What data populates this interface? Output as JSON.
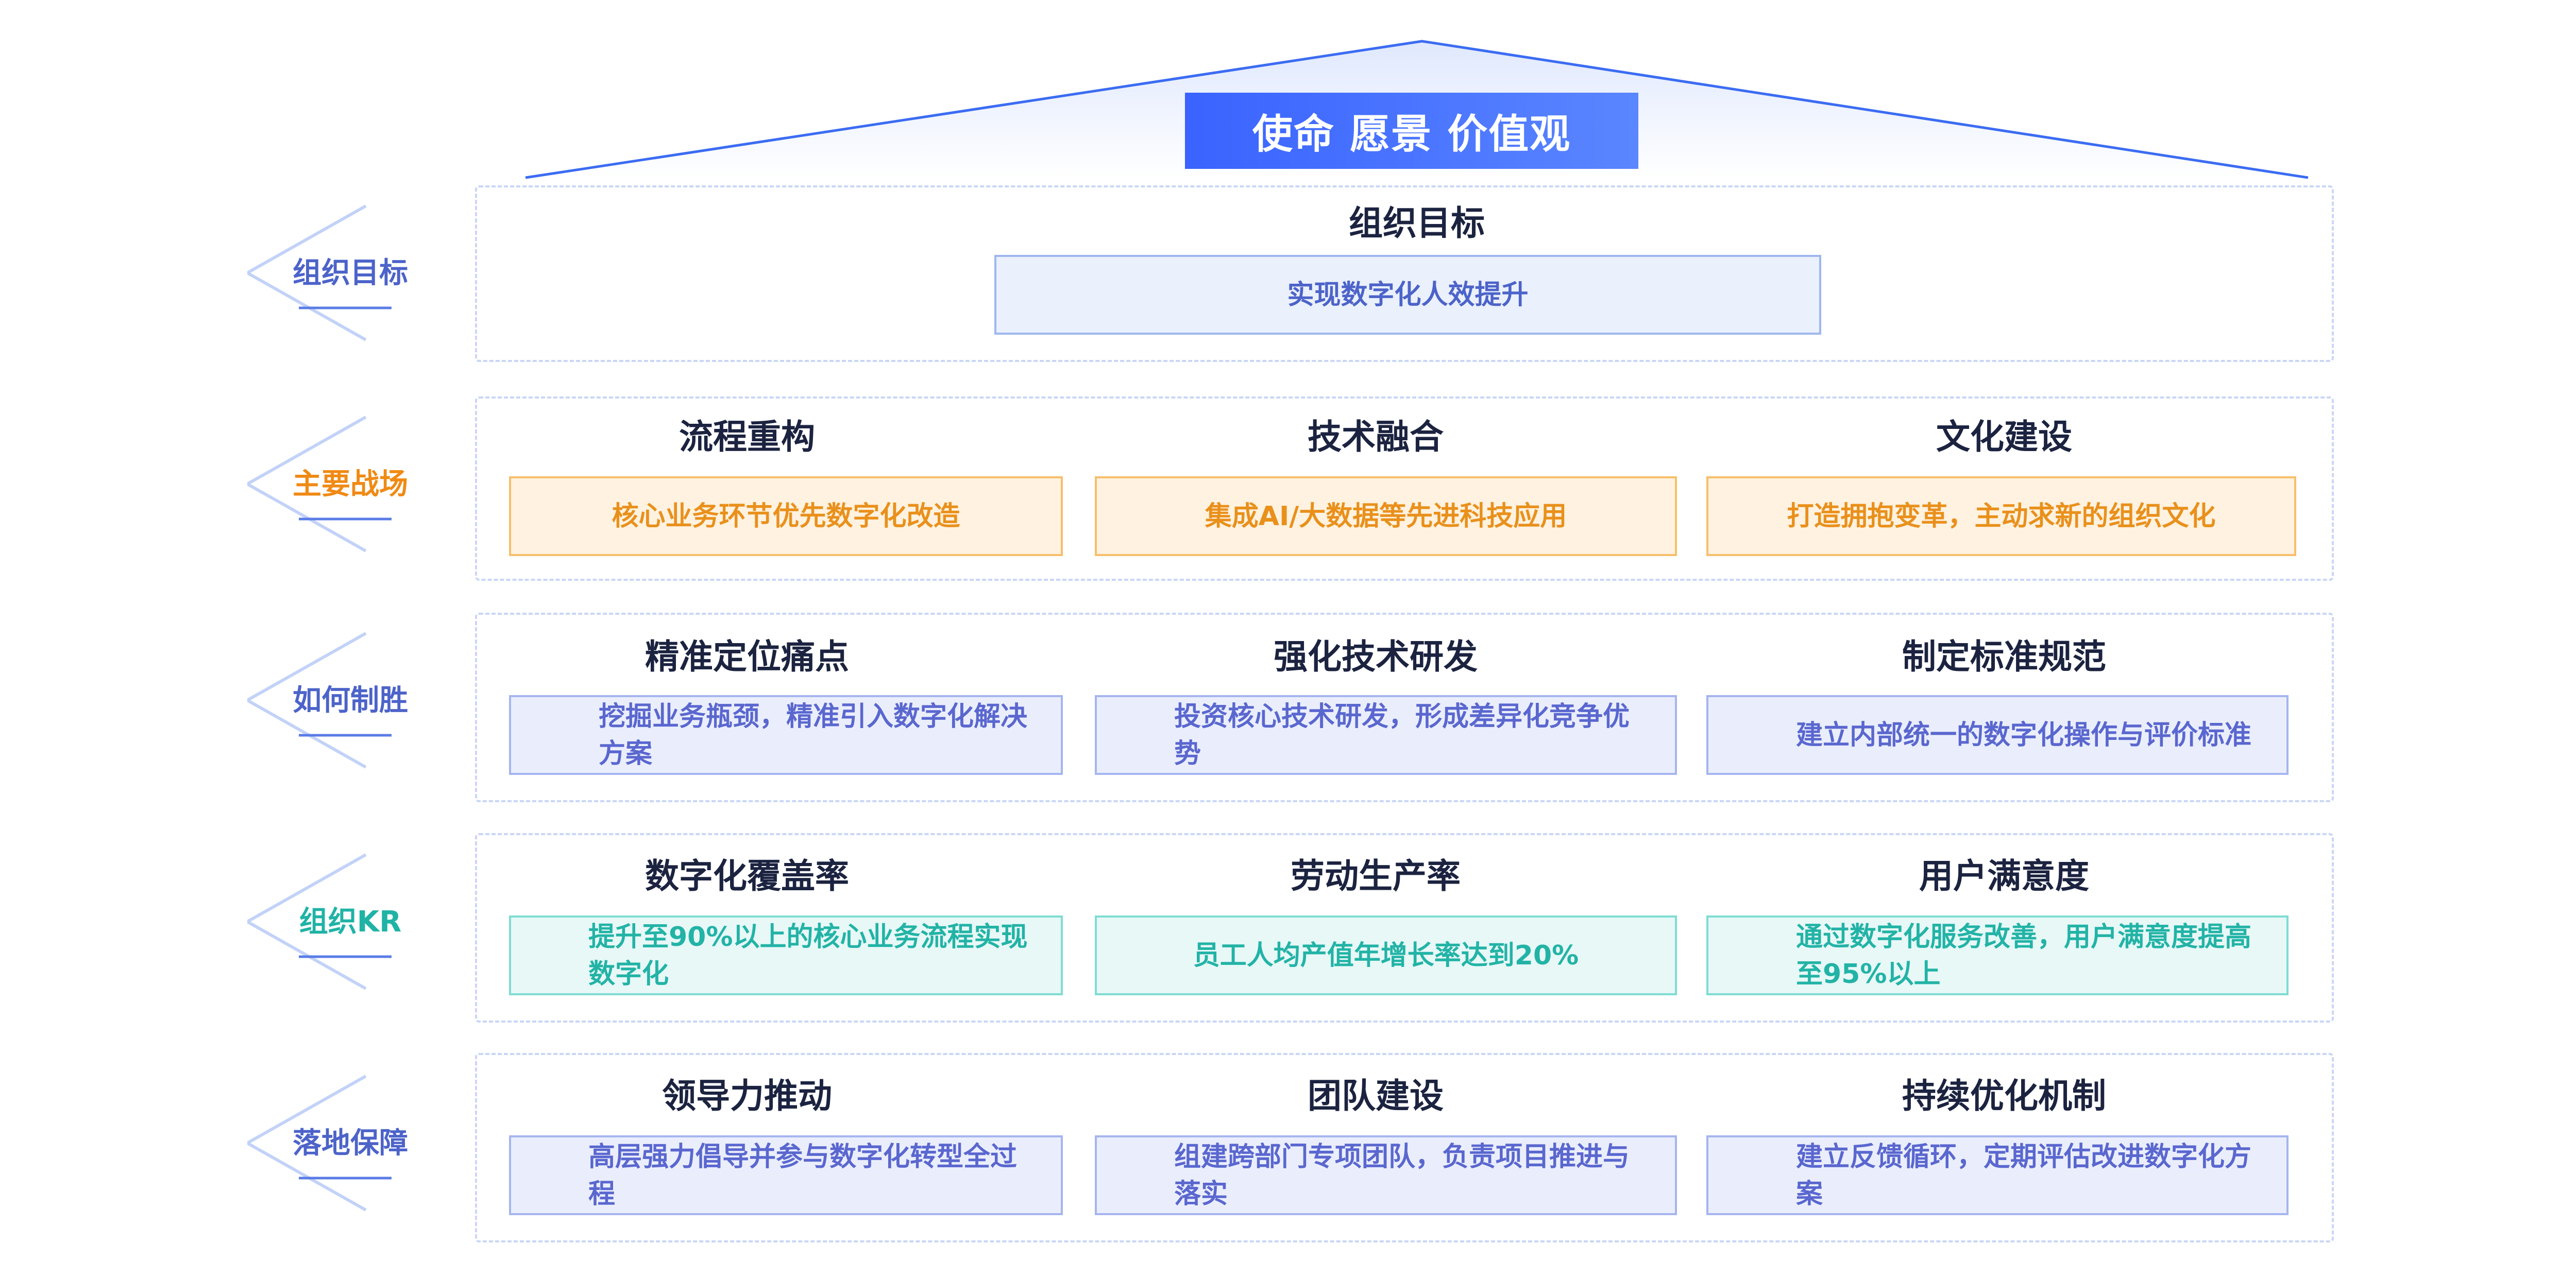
{
  "colors": {
    "primary_blue": "#3a63ff",
    "heading_dark": "#1b2340",
    "label_blue": "#4c63c9",
    "label_orange": "#f08a14",
    "label_teal": "#1fb3a6"
  },
  "top": {
    "banner": "使命  愿景  价值观"
  },
  "rows": [
    {
      "side_label": "组织目标",
      "items": [
        {
          "title": "组织目标",
          "text": "实现数字化人效提升"
        }
      ]
    },
    {
      "side_label": "主要战场",
      "items": [
        {
          "title": "流程重构",
          "text": "核心业务环节优先数字化改造"
        },
        {
          "title": "技术融合",
          "text": "集成AI/大数据等先进科技应用"
        },
        {
          "title": "文化建设",
          "text": "打造拥抱变革，主动求新的组织文化"
        }
      ]
    },
    {
      "side_label": "如何制胜",
      "items": [
        {
          "title": "精准定位痛点",
          "text": "挖掘业务瓶颈，精准引入数字化解决方案"
        },
        {
          "title": "强化技术研发",
          "text": "投资核心技术研发，形成差异化竞争优势"
        },
        {
          "title": "制定标准规范",
          "text": "建立内部统一的数字化操作与评价标准"
        }
      ]
    },
    {
      "side_label": "组织KR",
      "items": [
        {
          "title": "数字化覆盖率",
          "text": "提升至90%以上的核心业务流程实现数字化"
        },
        {
          "title": "劳动生产率",
          "text": "员工人均产值年增长率达到20%"
        },
        {
          "title": "用户满意度",
          "text": "通过数字化服务改善，用户满意度提高至95%以上"
        }
      ]
    },
    {
      "side_label": "落地保障",
      "items": [
        {
          "title": "领导力推动",
          "text": "高层强力倡导并参与数字化转型全过程"
        },
        {
          "title": "团队建设",
          "text": "组建跨部门专项团队，负责项目推进与落实"
        },
        {
          "title": "持续优化机制",
          "text": "建立反馈循环，定期评估改进数字化方案"
        }
      ]
    }
  ]
}
